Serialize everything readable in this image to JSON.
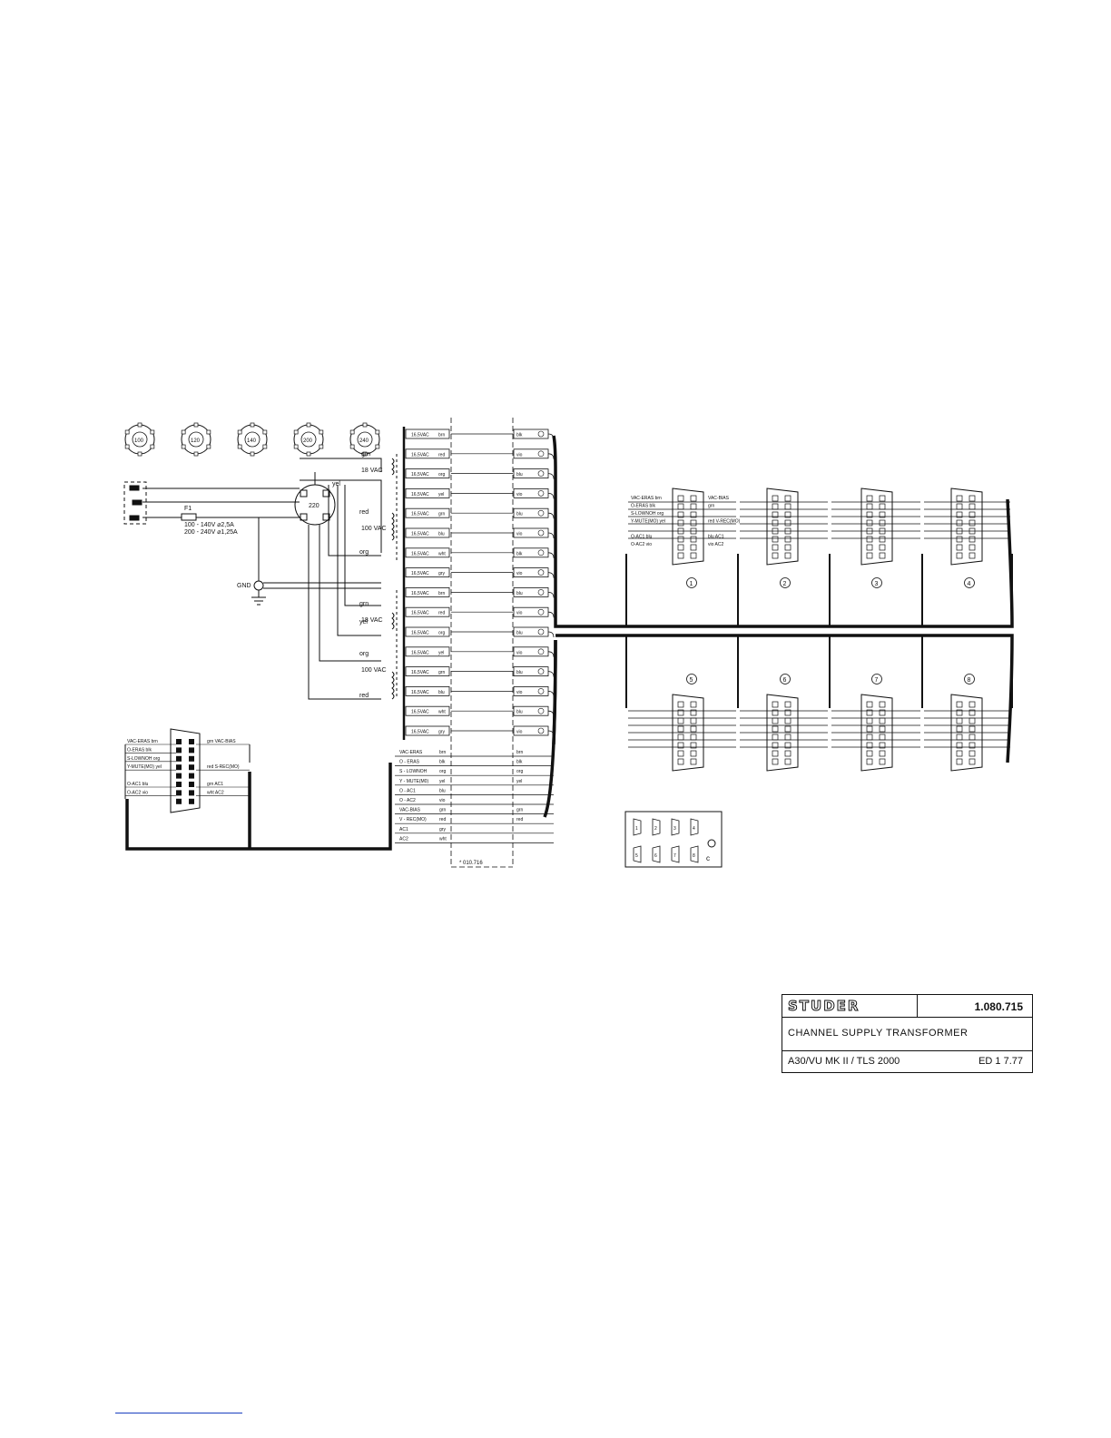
{
  "tap_switches": [
    "100",
    "120",
    "140",
    "200",
    "240"
  ],
  "mains": {
    "fuse": "F1",
    "fuse_rating_low": "100 - 140V ⌀2,5A",
    "fuse_rating_high": "200 - 240V ⌀1,25A",
    "selector": "220",
    "gnd": "GND",
    "wire_yel": "yel",
    "wire_red": "red",
    "wire_org": "org",
    "wire_grn": "grn"
  },
  "transformer": {
    "secondary_top": [
      {
        "wire": "grn",
        "volt": "18 VAC"
      },
      {
        "wire": "yel",
        "volt": ""
      },
      {
        "wire": "red",
        "volt": "100 VAC"
      },
      {
        "wire": "org",
        "volt": ""
      }
    ],
    "secondary_bottom": [
      {
        "wire": "grn",
        "volt": "18 VAC"
      },
      {
        "wire": "yel",
        "volt": ""
      },
      {
        "wire": "org",
        "volt": "100 VAC"
      },
      {
        "wire": "red",
        "volt": ""
      }
    ]
  },
  "terminal_rows": [
    {
      "left": "16,5VAC",
      "lc": "brn",
      "rc": "blk"
    },
    {
      "left": "16,5VAC",
      "lc": "red",
      "rc": "vio"
    },
    {
      "left": "16,5VAC",
      "lc": "org",
      "rc": "blu"
    },
    {
      "left": "16,5VAC",
      "lc": "yel",
      "rc": "vio"
    },
    {
      "left": "16,5VAC",
      "lc": "grn",
      "rc": "blu"
    },
    {
      "left": "16,5VAC",
      "lc": "blu",
      "rc": "vio"
    },
    {
      "left": "16,5VAC",
      "lc": "wht",
      "rc": "blk"
    },
    {
      "left": "16,5VAC",
      "lc": "gry",
      "rc": "vio"
    },
    {
      "left": "16,5VAC",
      "lc": "brn",
      "rc": "blu"
    },
    {
      "left": "16,5VAC",
      "lc": "red",
      "rc": "vio"
    },
    {
      "left": "16,5VAC",
      "lc": "org",
      "rc": "blu"
    },
    {
      "left": "16,5VAC",
      "lc": "yel",
      "rc": "vio"
    },
    {
      "left": "16,5VAC",
      "lc": "grn",
      "rc": "blu"
    },
    {
      "left": "16,5VAC",
      "lc": "blu",
      "rc": "vio"
    },
    {
      "left": "16,5VAC",
      "lc": "wht",
      "rc": "blu"
    },
    {
      "left": "16,5VAC",
      "lc": "gry",
      "rc": "vio"
    }
  ],
  "signal_rows": [
    {
      "left": "VAC-ERAS",
      "lc": "brn",
      "rc": "brn"
    },
    {
      "left": "O - ERAS",
      "lc": "blk",
      "rc": "blk"
    },
    {
      "left": "S - LOWNOH",
      "lc": "org",
      "rc": "org"
    },
    {
      "left": "Y - MUTE(M0)",
      "lc": "yel",
      "rc": "yel"
    },
    {
      "left": "O - AC1",
      "lc": "blu",
      "rc": ""
    },
    {
      "left": "O - AC2",
      "lc": "vio",
      "rc": ""
    },
    {
      "left": "VAC-BIAS",
      "lc": "grn",
      "rc": "grn"
    },
    {
      "left": "V - REC(MO)",
      "lc": "red",
      "rc": "red"
    },
    {
      "left": "AC1",
      "lc": "gry",
      "rc": ""
    },
    {
      "left": "AC2",
      "lc": "wht",
      "rc": ""
    }
  ],
  "part_label": "* 010.716",
  "left_connector": {
    "left_labels": [
      "VAC-ERAS  brn",
      "O-ERAS  blk",
      "S-LOWNOH  org",
      "Y-MUTE(MO)  yel",
      "",
      "O-AC1  blu",
      "O-AC2  vio"
    ],
    "right_labels": [
      "grn  VAC-BIAS",
      "",
      "",
      "red  S-REC(MO)",
      "",
      "grn  AC1",
      "wht  AC2"
    ]
  },
  "connector_1": {
    "left_labels": [
      "VAC-ERAS  brn",
      "O-ERAS  blk",
      "S-LOWNOH  org",
      "Y-MUTE(MO)  yel",
      "",
      "O-AC1  blu",
      "O-AC2  vio"
    ],
    "right_labels": [
      "VAC-BIAS",
      "grn",
      "",
      "red  V-REC(MO)",
      "",
      "blu  AC1",
      "vio  AC2"
    ]
  },
  "channel_numbers": [
    "1",
    "2",
    "3",
    "4",
    "5",
    "6",
    "7",
    "8"
  ],
  "legend": {
    "top": [
      "1",
      "2",
      "3",
      "4"
    ],
    "bottom": [
      "5",
      "6",
      "7",
      "8"
    ],
    "corner": "c"
  },
  "title_block": {
    "logo": "STUDER",
    "number": "1.080.715",
    "title": "CHANNEL SUPPLY TRANSFORMER",
    "model": "A30/VU MK II / TLS 2000",
    "edition": "ED 1    7.77"
  }
}
